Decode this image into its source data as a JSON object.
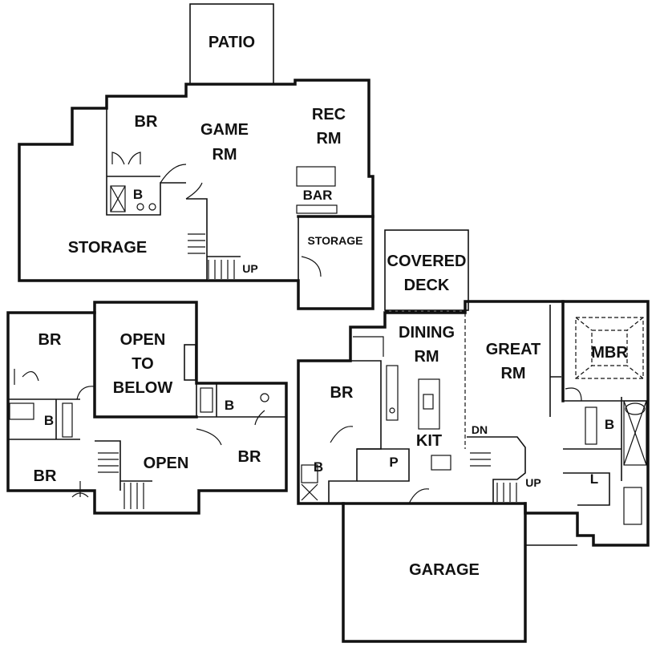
{
  "basement": {
    "patio": "PATIO",
    "br": "BR",
    "game_rm": [
      "GAME",
      "RM"
    ],
    "rec_rm": [
      "REC",
      "RM"
    ],
    "bath": "B",
    "bar": "BAR",
    "storage_main": "STORAGE",
    "storage_small": "STORAGE",
    "up": "UP"
  },
  "upper": {
    "br_top_left": "BR",
    "open_to_below": [
      "OPEN",
      "TO",
      "BELOW"
    ],
    "bath_left": "B",
    "bath_right": "B",
    "br_bottom_left": "BR",
    "open": "OPEN",
    "br_right": "BR"
  },
  "main": {
    "covered_deck": [
      "COVERED",
      "DECK"
    ],
    "dining_rm": [
      "DINING",
      "RM"
    ],
    "great_rm": [
      "GREAT",
      "RM"
    ],
    "mbr": "MBR",
    "br": "BR",
    "kit": "KIT",
    "pantry": "P",
    "bath_left": "B",
    "bath_master": "B",
    "laundry": "L",
    "dn": "DN",
    "up": "UP",
    "garage": "GARAGE"
  }
}
